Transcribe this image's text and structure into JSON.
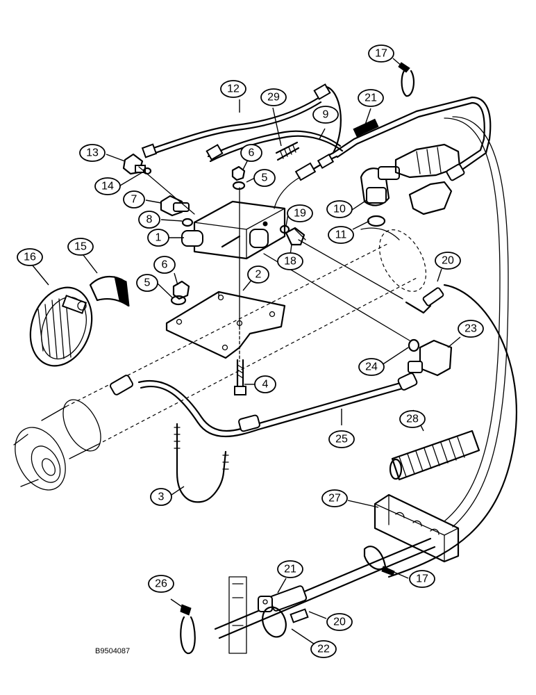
{
  "figure": {
    "code": "B9504087"
  },
  "callouts": [
    {
      "id": "c17a",
      "label": "17"
    },
    {
      "id": "c12",
      "label": "12"
    },
    {
      "id": "c29",
      "label": "29"
    },
    {
      "id": "c21a",
      "label": "21"
    },
    {
      "id": "c9",
      "label": "9"
    },
    {
      "id": "c13",
      "label": "13"
    },
    {
      "id": "c6a",
      "label": "6"
    },
    {
      "id": "c5a",
      "label": "5"
    },
    {
      "id": "c14",
      "label": "14"
    },
    {
      "id": "c7",
      "label": "7"
    },
    {
      "id": "c10",
      "label": "10"
    },
    {
      "id": "c19",
      "label": "19"
    },
    {
      "id": "c8",
      "label": "8"
    },
    {
      "id": "c11",
      "label": "11"
    },
    {
      "id": "c1",
      "label": "1"
    },
    {
      "id": "c18",
      "label": "18"
    },
    {
      "id": "c16",
      "label": "16"
    },
    {
      "id": "c15",
      "label": "15"
    },
    {
      "id": "c6b",
      "label": "6"
    },
    {
      "id": "c2",
      "label": "2"
    },
    {
      "id": "c20a",
      "label": "20"
    },
    {
      "id": "c5b",
      "label": "5"
    },
    {
      "id": "c23",
      "label": "23"
    },
    {
      "id": "c24",
      "label": "24"
    },
    {
      "id": "c4",
      "label": "4"
    },
    {
      "id": "c28",
      "label": "28"
    },
    {
      "id": "c25",
      "label": "25"
    },
    {
      "id": "c3",
      "label": "3"
    },
    {
      "id": "c27",
      "label": "27"
    },
    {
      "id": "c21b",
      "label": "21"
    },
    {
      "id": "c17b",
      "label": "17"
    },
    {
      "id": "c26",
      "label": "26"
    },
    {
      "id": "c20b",
      "label": "20"
    },
    {
      "id": "c22",
      "label": "22"
    }
  ]
}
